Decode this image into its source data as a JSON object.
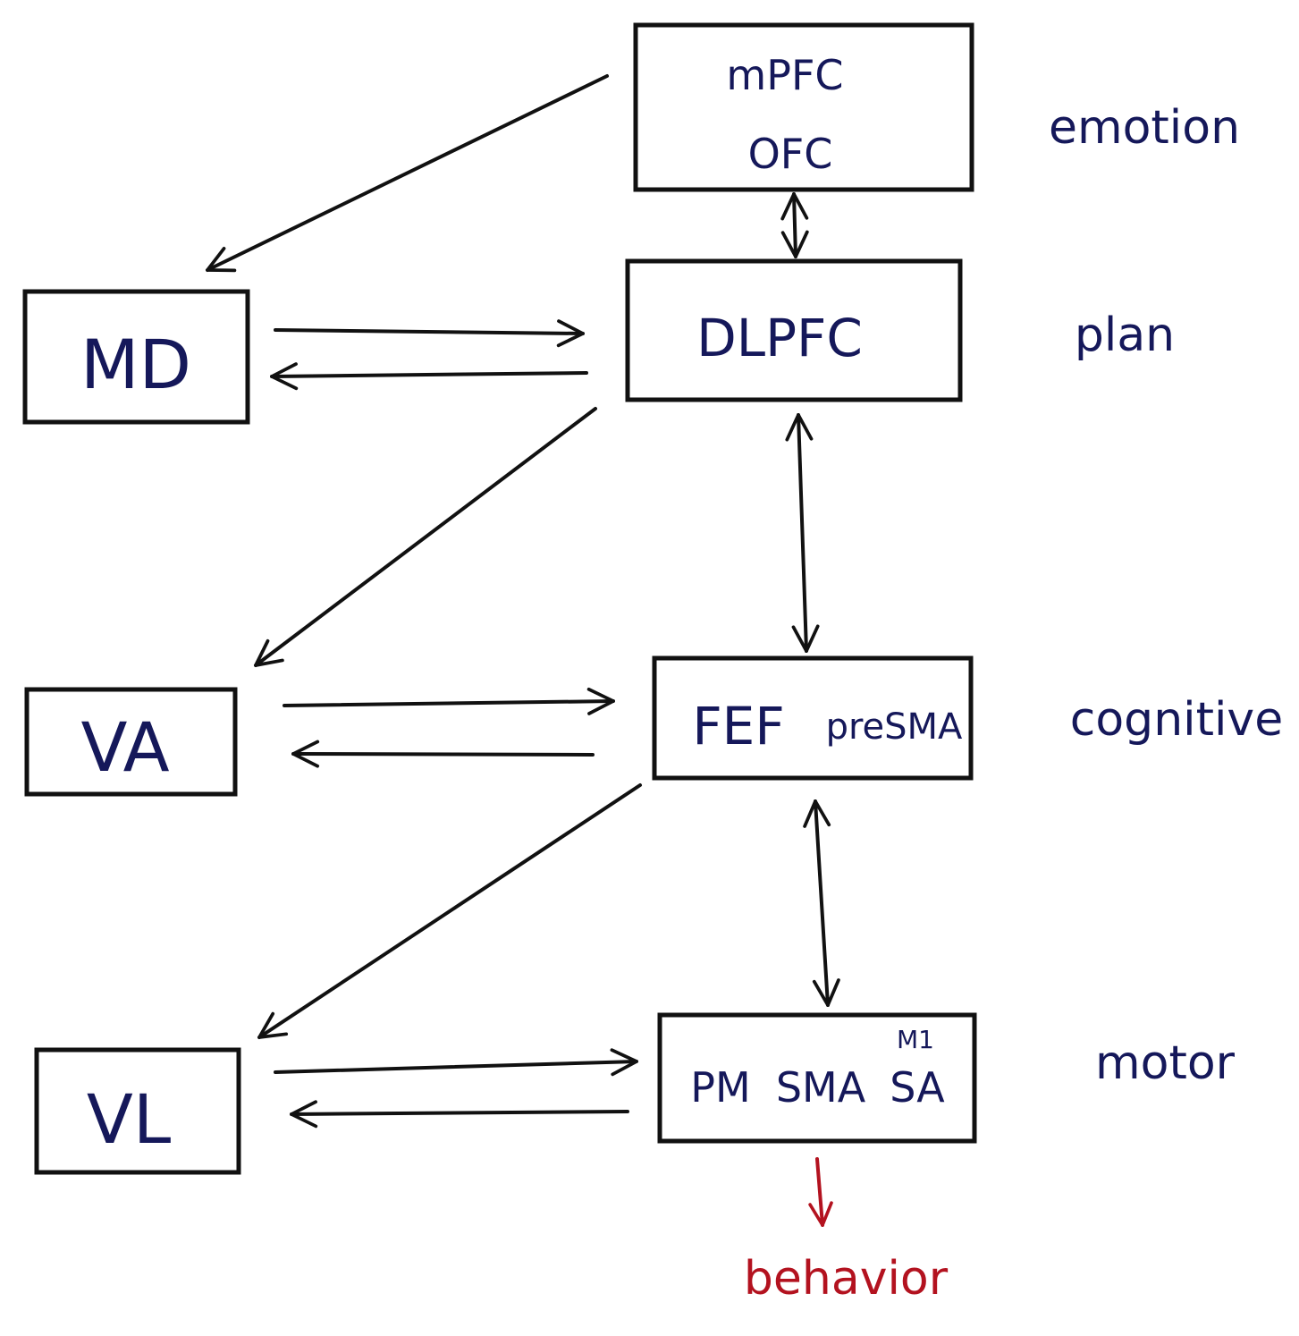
{
  "nodes": {
    "mpfc_ofc": {
      "line1": "mPFC",
      "line2": "OFC"
    },
    "dlpfc": {
      "label": "DLPFC"
    },
    "fef_presma": {
      "part1": "FEF",
      "part2": "preSMA"
    },
    "pm_sma_sa": {
      "part1": "PM",
      "part2": "SMA",
      "part3": "SA",
      "superscript": "M1"
    },
    "md": {
      "label": "MD"
    },
    "va": {
      "label": "VA"
    },
    "vl": {
      "label": "VL"
    }
  },
  "levels": {
    "emotion": "emotion",
    "plan": "plan",
    "cognitive": "cognitive",
    "motor": "motor"
  },
  "output": {
    "label": "behavior"
  },
  "colors": {
    "ink": "#111111",
    "text": "#15185a",
    "output": "#b3121f"
  }
}
